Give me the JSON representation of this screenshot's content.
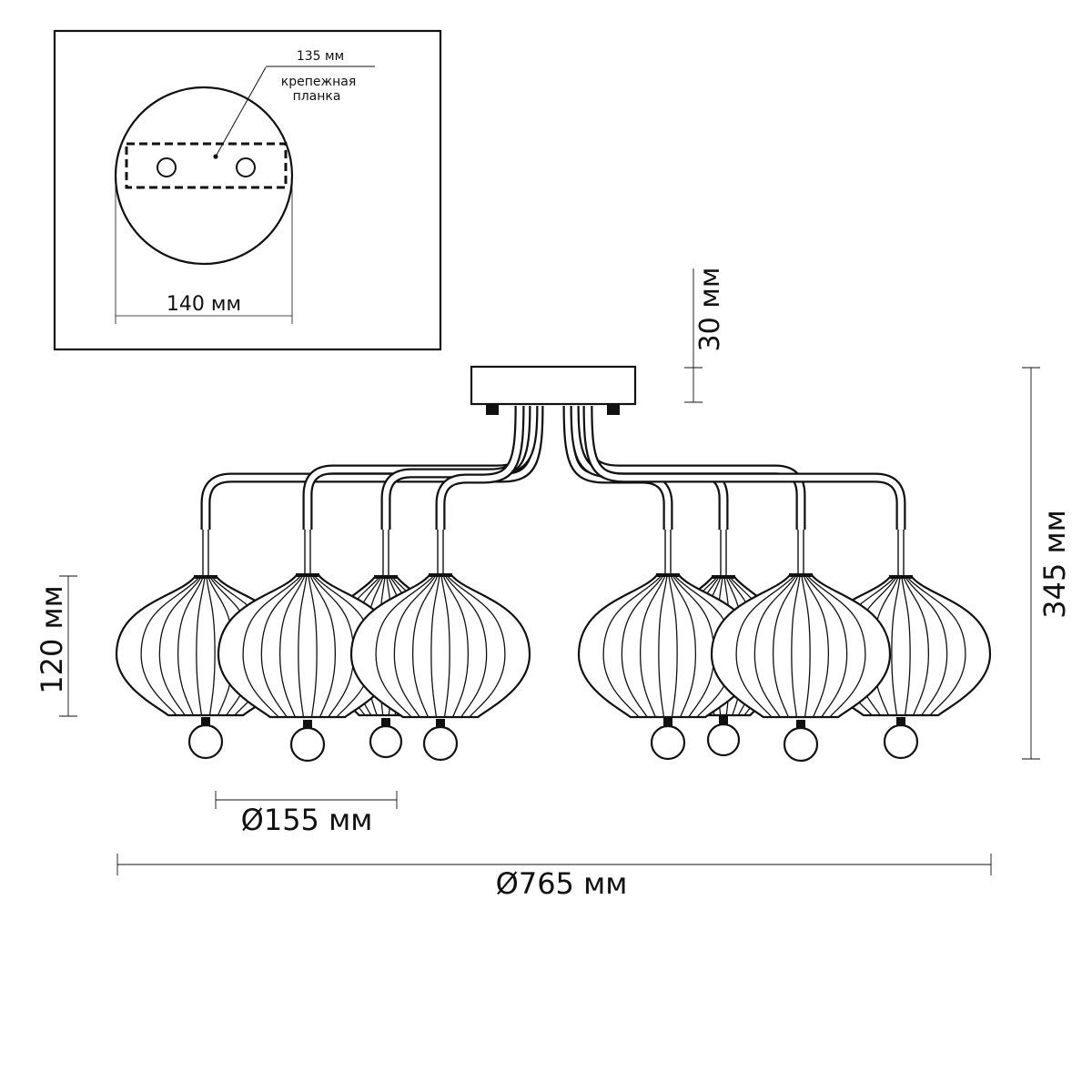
{
  "detail": {
    "plate_width_label": "135 мм",
    "bracket_label_line1": "крепежная",
    "bracket_label_line2": "планка",
    "canopy_diameter_label": "140 мм"
  },
  "dimensions": {
    "canopy_height": "30 мм",
    "total_height": "345 мм",
    "shade_height": "120 мм",
    "shade_diameter": "Ø155 мм",
    "total_diameter": "Ø765 мм"
  },
  "colors": {
    "line": "#111111",
    "background": "#ffffff",
    "shade_fill": "#ffffff"
  }
}
